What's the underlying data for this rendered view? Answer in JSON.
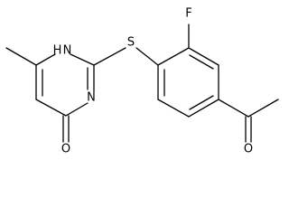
{
  "molecule": {
    "atoms": {
      "nh": "H N",
      "n3": "N",
      "o4": "O",
      "s": "S",
      "f": "F",
      "o_acetyl": "O"
    }
  }
}
